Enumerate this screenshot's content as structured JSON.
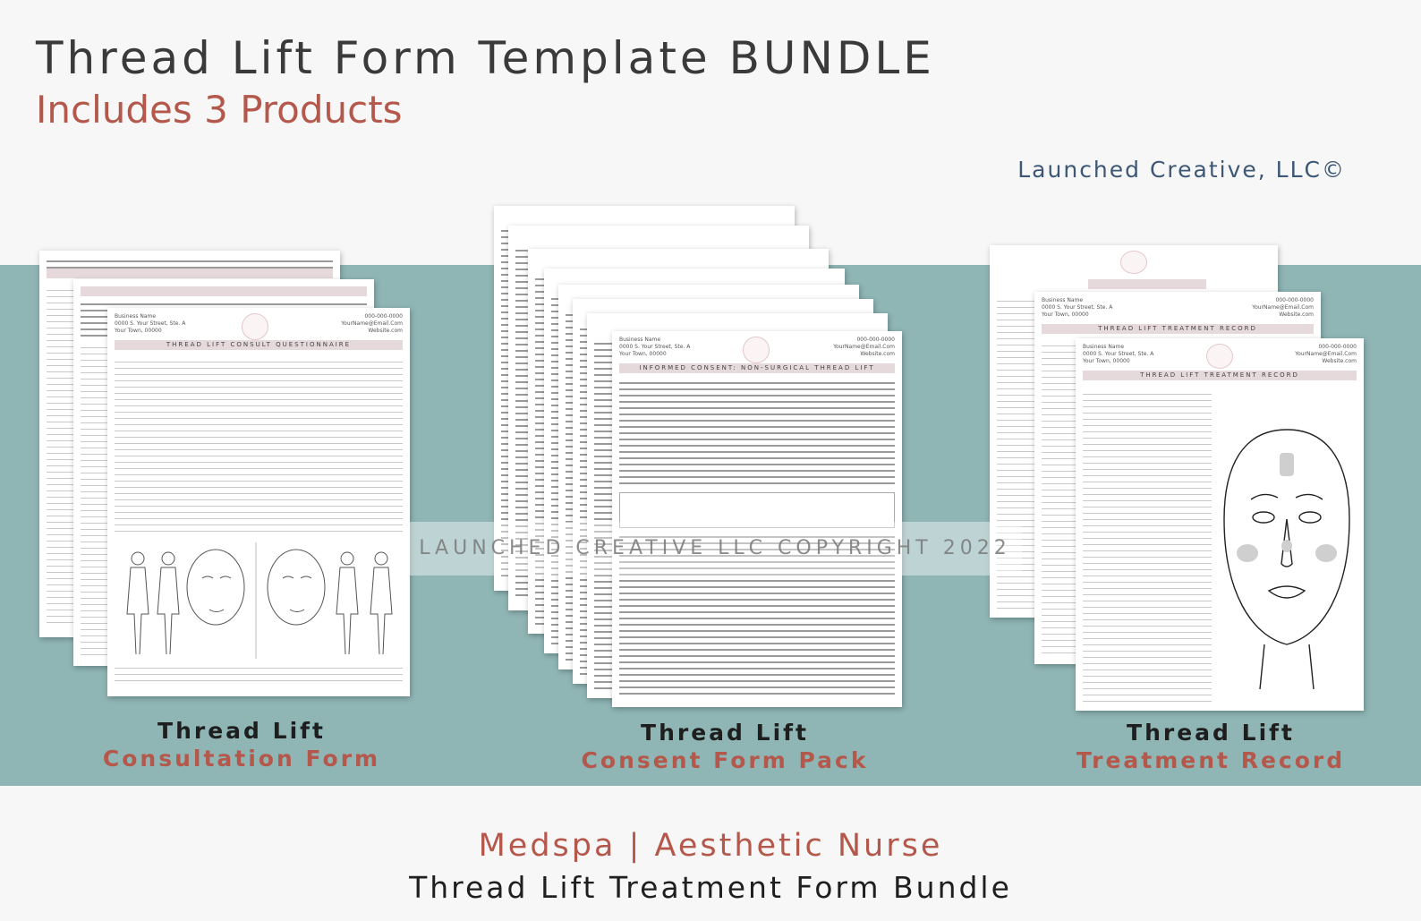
{
  "header": {
    "title": "Thread Lift Form Template BUNDLE",
    "subtitle": "Includes 3 Products",
    "company": "Launched Creative, LLC©"
  },
  "watermark": "LAUNCHED CREATIVE LLC COPYRIGHT 2022",
  "products": [
    {
      "line1": "Thread Lift",
      "line2": "Consultation Form",
      "sheet_banner": "THREAD LIFT CONSULT QUESTIONNAIRE"
    },
    {
      "line1": "Thread Lift",
      "line2": "Consent Form Pack",
      "sheet_banner": "INFORMED CONSENT: NON-SURGICAL THREAD LIFT"
    },
    {
      "line1": "Thread Lift",
      "line2": "Treatment Record",
      "sheet_banner": "THREAD LIFT TREATMENT RECORD"
    }
  ],
  "sheet_header": {
    "business": "Business Name\n0000 S. Your Street, Ste. A\nYour Town, 00000",
    "contact": "000-000-0000\nYourName@Email.Com\nWebsite.com"
  },
  "footer": {
    "line1": "Medspa | Aesthetic Nurse",
    "line2": "Thread Lift Treatment Form Bundle"
  },
  "colors": {
    "band": "#8fb5b5",
    "accent": "#b4584c",
    "company": "#3d5876"
  }
}
